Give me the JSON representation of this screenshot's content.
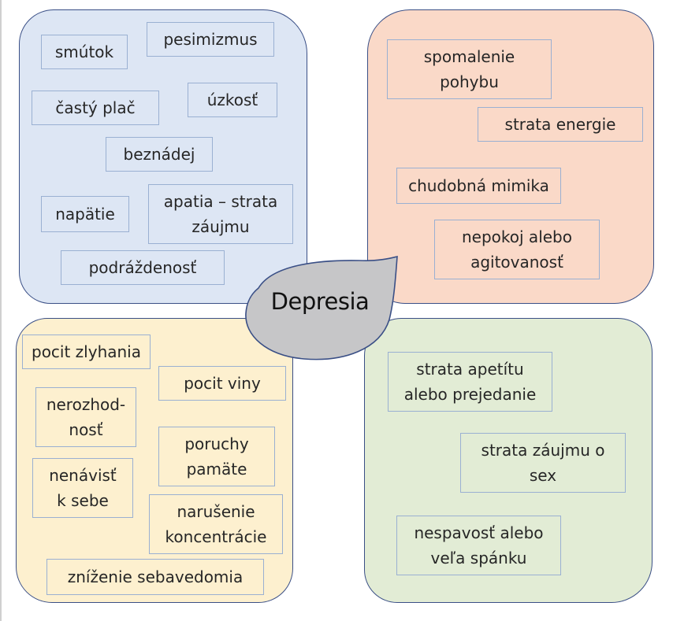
{
  "center": {
    "label": "Depresia"
  },
  "quadrants": {
    "top_left": {
      "items": [
        "smútok",
        "pesimizmus",
        "častý plač",
        "úzkosť",
        "beznádej",
        "napätie",
        "apatia – strata\nzáujmu",
        "podráždenosť"
      ]
    },
    "top_right": {
      "items": [
        "spomalenie\npohybu",
        "strata energie",
        "chudobná mimika",
        "nepokoj alebo\nagitovanosť"
      ]
    },
    "bottom_left": {
      "items": [
        "pocit zlyhania",
        "pocit viny",
        "nerozhod-\nnosť",
        "poruchy\npamäte",
        "nenávisť\nk sebe",
        "narušenie\nkoncentrácie",
        "zníženie sebavedomia"
      ]
    },
    "bottom_right": {
      "items": [
        "strata apetítu\nalebo prejedanie",
        "strata záujmu o\nsex",
        "nespavosť alebo\nveľa spánku"
      ]
    }
  },
  "colors": {
    "top_left_fill": "#dde6f4",
    "top_right_fill": "#fad9c8",
    "bottom_left_fill": "#fdf0cf",
    "bottom_right_fill": "#e2ecd5",
    "center_fill": "#c6c6c8",
    "outline": "#3a4f86"
  }
}
